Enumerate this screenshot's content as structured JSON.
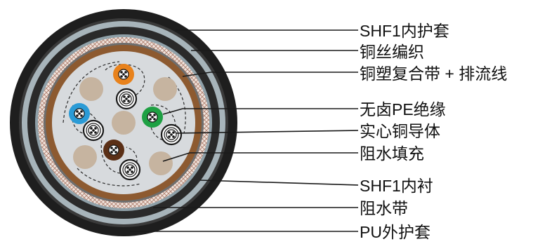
{
  "labels": {
    "shf1_inner_sheath": "SHF1内护套",
    "copper_braid": "铜丝编织",
    "copper_plastic_tape_drain": "铜塑复合带 + 排流线",
    "halogen_free_pe_insulation": "无卤PE绝缘",
    "solid_copper_conductor": "实心铜导体",
    "water_blocking_filler": "阻水填充",
    "shf1_inner_lining": "SHF1内衬",
    "water_blocking_tape": "阻水带",
    "pu_outer_sheath": "PU外护套"
  },
  "colors": {
    "outer_sheath": "#1e1e1e",
    "inner_sheath": "#2a2a2a",
    "water_tape": "#a7b4ba",
    "braid_base": "#f2e6df",
    "braid_mesh": "#b48878",
    "lining": "#8d5a30",
    "core_background": "#d7dadd",
    "filler": "#c6b4a0",
    "orange_core": "#e8821c",
    "blue_core": "#2b9bd6",
    "green_core": "#1ea043",
    "brown_core": "#5a2f16",
    "white_core": "#ffffff",
    "label_text": "#111111"
  },
  "cores": [
    {
      "name": "orange-insulated-core",
      "color": "orange"
    },
    {
      "name": "blue-insulated-core",
      "color": "blue"
    },
    {
      "name": "green-insulated-core",
      "color": "green"
    },
    {
      "name": "brown-insulated-core",
      "color": "brown"
    },
    {
      "name": "white-insulated-core-1",
      "color": "white"
    },
    {
      "name": "white-insulated-core-2",
      "color": "white"
    },
    {
      "name": "white-insulated-core-3",
      "color": "white"
    },
    {
      "name": "white-insulated-core-4",
      "color": "white"
    }
  ]
}
